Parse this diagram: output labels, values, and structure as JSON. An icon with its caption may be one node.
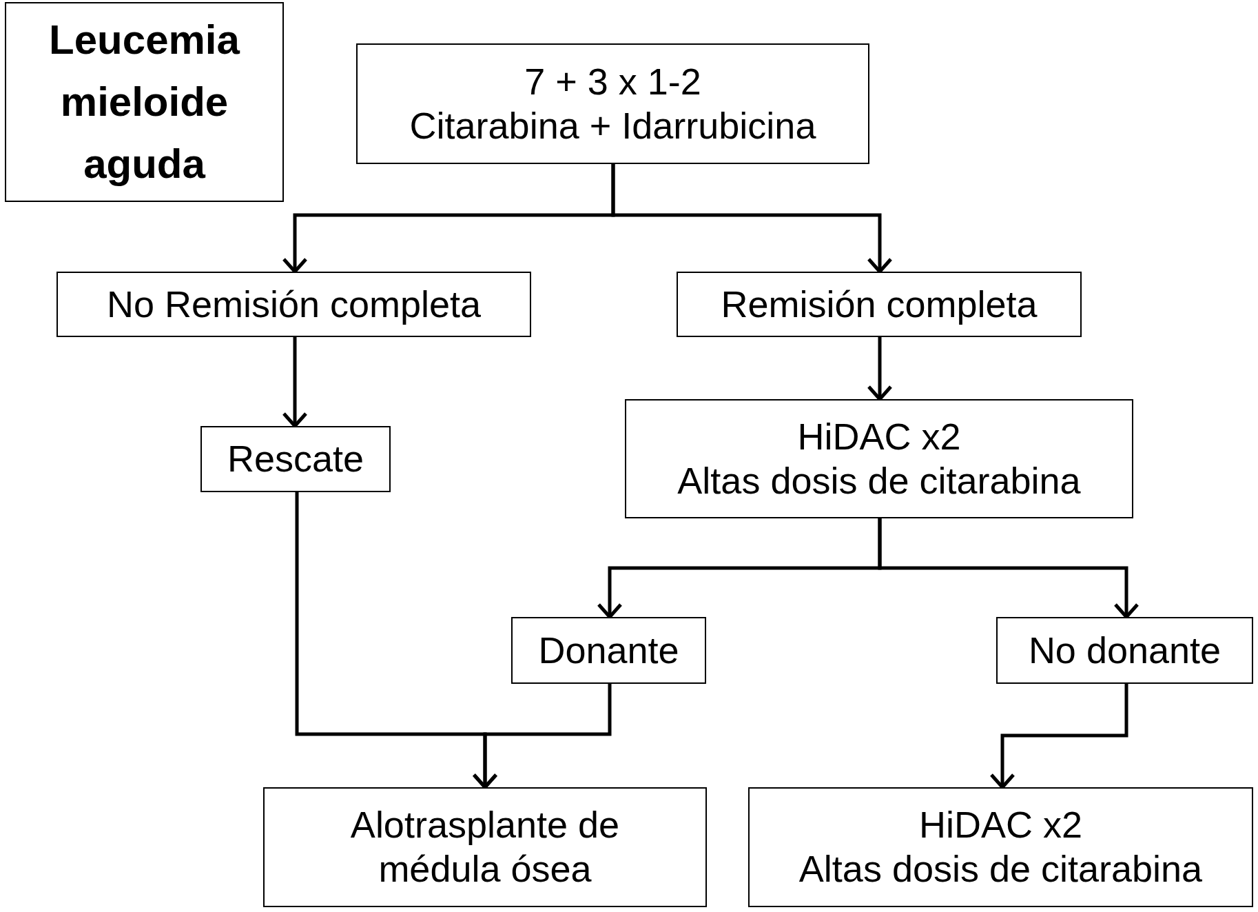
{
  "diagram": {
    "nodes": [
      {
        "text": [
          "Leucemia mieloide aguda"
        ]
      },
      {
        "text": [
          "7 + 3 x 1-2",
          "Citarabina + Idarrubicina"
        ]
      },
      {
        "text": [
          "No Remisión completa"
        ]
      },
      {
        "text": [
          "Remisión completa"
        ]
      },
      {
        "text": [
          "Rescate"
        ]
      },
      {
        "text": [
          "HiDAC x2",
          "Altas dosis de citarabina"
        ]
      },
      {
        "text": [
          "Donante"
        ]
      },
      {
        "text": [
          "No donante"
        ]
      },
      {
        "text": [
          "Alotrasplante de médula ósea"
        ]
      },
      {
        "text": [
          "HiDAC x2",
          "Altas dosis de citarabina"
        ]
      }
    ],
    "edges": [
      {
        "from": 1,
        "to": 2,
        "arrow": "to"
      },
      {
        "from": 1,
        "to": 3,
        "arrow": "to"
      },
      {
        "from": 2,
        "to": 4,
        "arrow": "to"
      },
      {
        "from": 3,
        "to": 5,
        "arrow": "to"
      },
      {
        "from": 5,
        "to": 6,
        "arrow": "to"
      },
      {
        "from": 5,
        "to": 7,
        "arrow": "to"
      },
      {
        "from": 4,
        "to": 8,
        "arrow": "to"
      },
      {
        "from": 6,
        "to": 8,
        "arrow": "to"
      },
      {
        "from": 7,
        "to": 9,
        "arrow": "to"
      }
    ]
  }
}
